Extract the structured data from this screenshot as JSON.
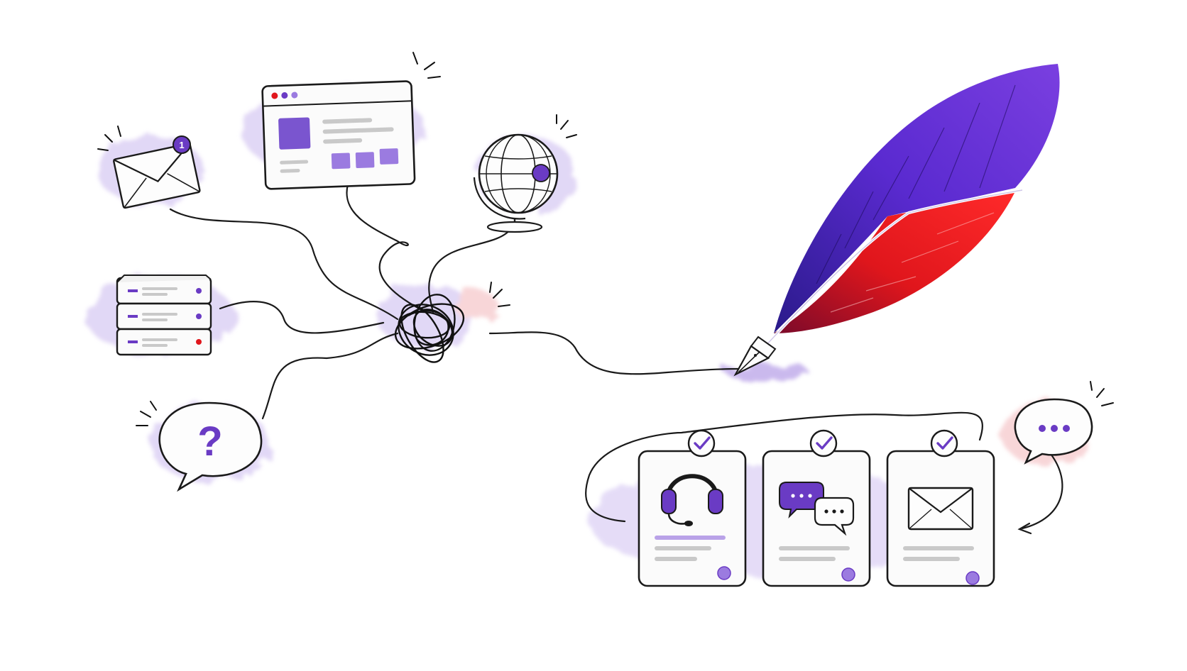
{
  "illustration": {
    "style": "hand-drawn watercolor sketch",
    "colors": {
      "ink": "#1a1a1a",
      "purple": "#6a3bc4",
      "purple_light": "#b9a2e8",
      "purple_wash": "#d8cbf3",
      "red": "#e0161c",
      "red_wash": "#f6c9cc",
      "gray_line": "#c9c9c9",
      "card_fill": "#fbfbfb"
    },
    "left_sources": [
      {
        "name": "email",
        "icon": "envelope-icon",
        "badge": "1"
      },
      {
        "name": "web-page",
        "icon": "browser-window-icon"
      },
      {
        "name": "globe",
        "icon": "globe-icon"
      },
      {
        "name": "server",
        "icon": "server-stack-icon"
      },
      {
        "name": "question",
        "icon": "question-bubble-icon",
        "glyph": "?"
      }
    ],
    "center": {
      "name": "tangle",
      "icon": "tangled-scribble-icon"
    },
    "pen": {
      "name": "quill",
      "icon": "quill-pen-icon"
    },
    "outputs": [
      {
        "name": "support",
        "icon": "headset-icon",
        "check": true
      },
      {
        "name": "chat",
        "icon": "chat-bubbles-icon",
        "check": true
      },
      {
        "name": "mail",
        "icon": "envelope-icon",
        "check": true
      }
    ],
    "typing_bubble": {
      "icon": "typing-bubble-icon",
      "glyph": "•••"
    }
  }
}
